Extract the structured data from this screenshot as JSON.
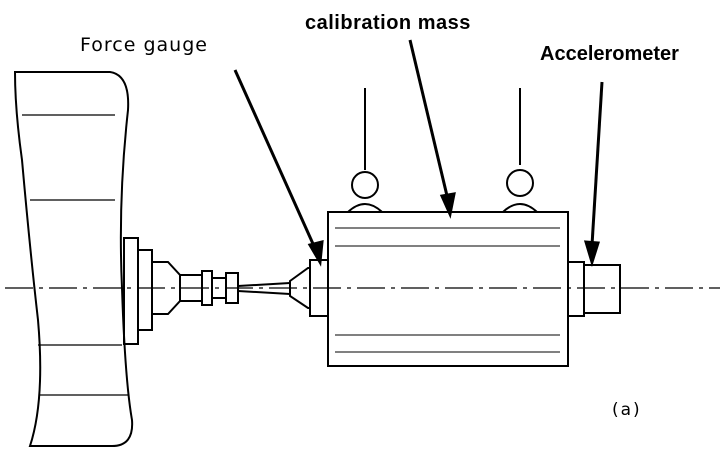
{
  "labels": {
    "calibration_mass": "calibration mass",
    "force_gauge": "Force gauge",
    "accelerometer": "Accelerometer",
    "figure_tag": "(a)"
  }
}
